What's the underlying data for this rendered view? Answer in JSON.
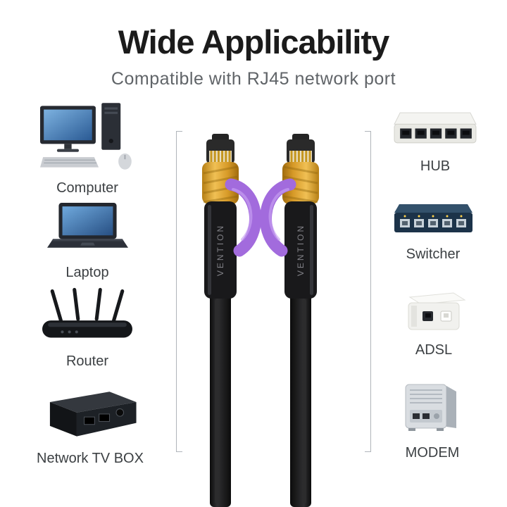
{
  "header": {
    "title": "Wide Applicability",
    "subtitle": "Compatible with RJ45 network port"
  },
  "left_devices": [
    {
      "label": "Computer"
    },
    {
      "label": "Laptop"
    },
    {
      "label": "Router"
    },
    {
      "label": "Network TV BOX"
    }
  ],
  "right_devices": [
    {
      "label": "HUB"
    },
    {
      "label": "Switcher"
    },
    {
      "label": "ADSL"
    },
    {
      "label": "MODEM"
    }
  ],
  "cable": {
    "brand_left": "VENTION",
    "brand_right": "VENTION"
  },
  "colors": {
    "purple_boot": "#a26bdd",
    "gold_wrap": "#d79a28",
    "cable_black": "#161618",
    "subtitle_gray": "#606468"
  }
}
